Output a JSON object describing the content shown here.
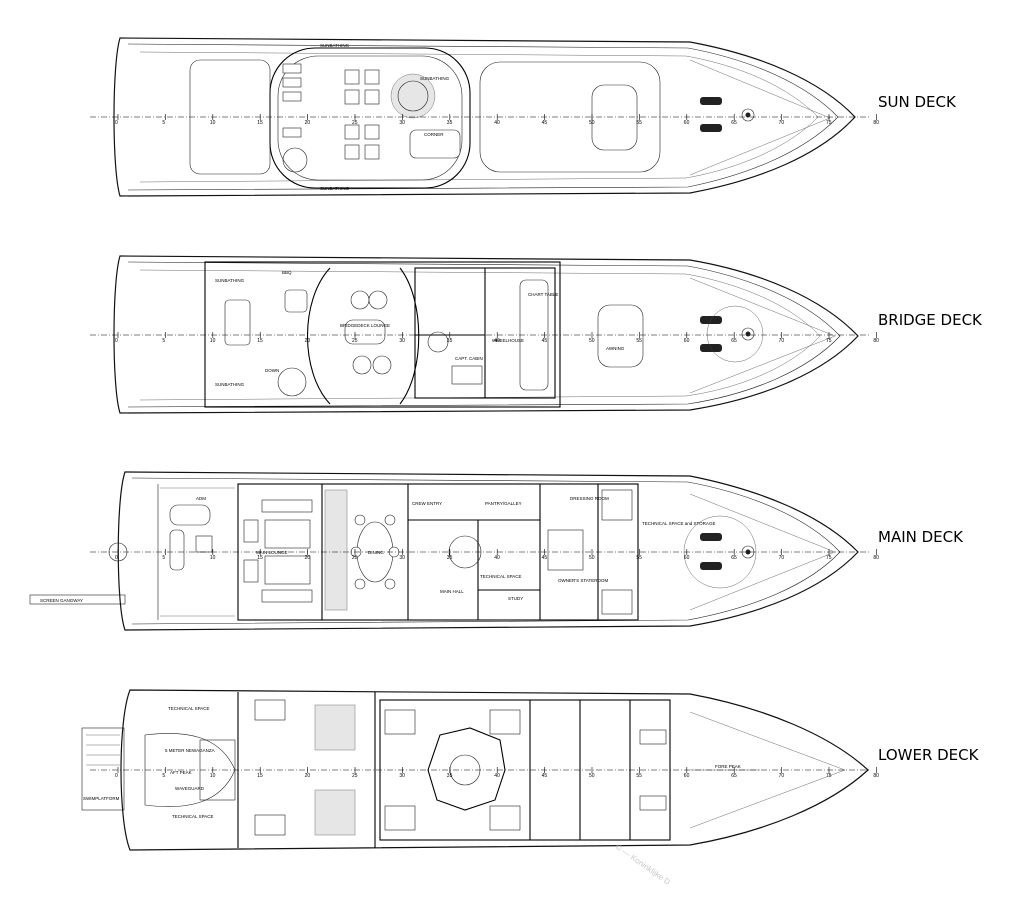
{
  "decks": [
    {
      "id": "sun",
      "title": "SUN DECK",
      "labels": [
        "SUNBATHING",
        "CORNER",
        "SUNBATHING",
        "SUNBATHING"
      ]
    },
    {
      "id": "bridge",
      "title": "BRIDGE DECK",
      "labels": [
        "SUNBATHING",
        "BBQ",
        "BRIDGEDECK LOUNGE",
        "CAPT. CABIN",
        "WHEELHOUSE",
        "SUNBATHING",
        "DOWN",
        "CHART TABLE",
        "AWNING"
      ]
    },
    {
      "id": "main",
      "title": "MAIN DECK",
      "labels": [
        "MAIN LOUNGE",
        "DINING",
        "CREW ENTRY",
        "PANTRY/GALLEY",
        "TECHNICAL SPACE",
        "MAIN HALL",
        "STUDY",
        "OWNER'S STATEROOM",
        "TECHNICAL SPACE and STORAGE",
        "SCREEN GANGWAY",
        "ADM",
        "DRESSING ROOM"
      ]
    },
    {
      "id": "lower",
      "title": "LOWER DECK",
      "labels": [
        "TECHNICAL SPACE",
        "5 METER NEWAGANZA",
        "AFT PEAK",
        "WAVEGUARD",
        "SWIMPLATFORM",
        "TECHNICAL SPACE",
        "FORE PEAK"
      ]
    }
  ],
  "frame_ticks": [
    "0",
    "5",
    "10",
    "15",
    "20",
    "25",
    "30",
    "35",
    "40",
    "45",
    "50",
    "55",
    "60",
    "65",
    "70",
    "75",
    "80"
  ],
  "watermark": "© — Koninklijke D"
}
